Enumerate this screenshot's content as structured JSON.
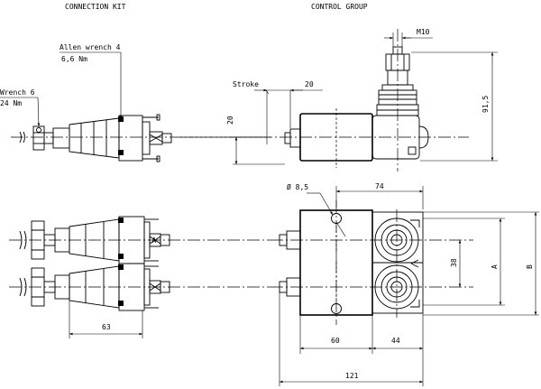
{
  "headings": {
    "connection_kit": "CONNECTION KIT",
    "control_group": "CONTROL GROUP"
  },
  "annotations": {
    "allen_wrench": "Allen wrench 4",
    "allen_torque": "6,6 Nm",
    "wrench": "Wrench 6",
    "wrench_torque": "24 Nm",
    "stroke": "Stroke",
    "thread": "M10",
    "hole_diameter": "Ø 8,5",
    "port_label": "A"
  },
  "dimensions": {
    "stroke_length": "20",
    "stroke_height": "20",
    "overall_height": "91,5",
    "width_74": "74",
    "pitch_38": "38",
    "dim_a": "A",
    "dim_b": "B",
    "width_60": "60",
    "width_44": "44",
    "overall_width": "121",
    "kit_length": "63"
  }
}
